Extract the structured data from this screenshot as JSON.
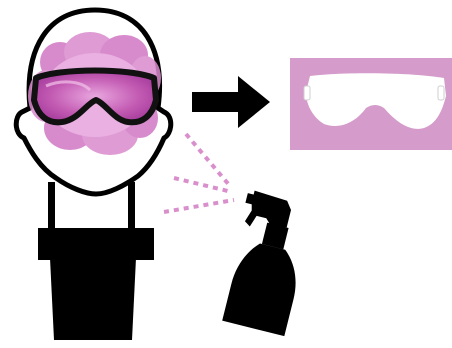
{
  "figure": {
    "elements": [
      {
        "name": "mannequin-head-icon"
      },
      {
        "name": "pink-residue-blob"
      },
      {
        "name": "goggles-on-head-icon"
      },
      {
        "name": "right-arrow-icon"
      },
      {
        "name": "fluorescent-goggles-result-panel"
      },
      {
        "name": "spray-bottle-icon"
      },
      {
        "name": "spray-mist-lines"
      }
    ]
  },
  "colors": {
    "outline": "#000000",
    "residue_pink": "#d177c4",
    "residue_pink_light": "#e6a3dc",
    "lens_pink": "#c84ab4",
    "result_panel_bg": "#d49bcb",
    "result_goggles_fill": "#ffffff",
    "spray_mist": "#d98fcc",
    "bottle_fill": "#000000"
  }
}
